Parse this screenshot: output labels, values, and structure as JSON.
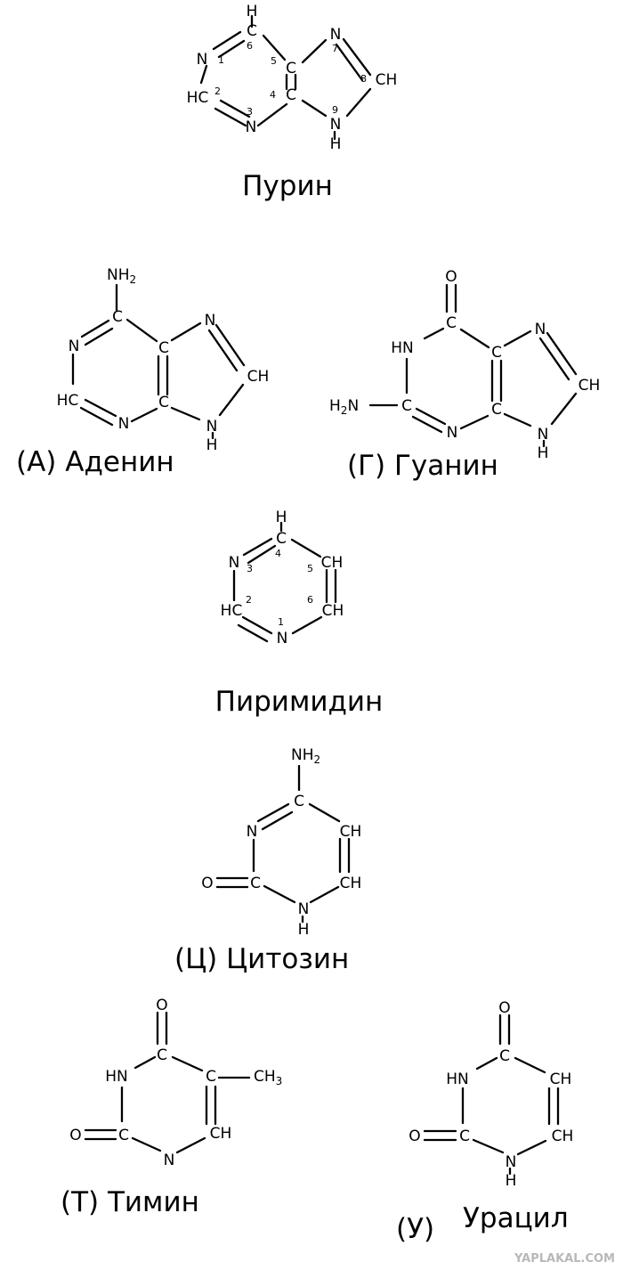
{
  "names": {
    "purine": "Пурин",
    "adenine": "(А) Аденин",
    "guanine": "(Г) Гуанин",
    "pyrimidine": "Пиримидин",
    "cytosine": "(Ц) Цитозин",
    "thymine": "(Т) Тимин",
    "uracil_letter": "(У)",
    "uracil": "Урацил"
  },
  "atoms": {
    "H": "H",
    "N": "N",
    "C": "C",
    "O": "O",
    "HC": "HC",
    "CH": "CH",
    "NH": "NH",
    "HN": "HN",
    "NH2": "NH",
    "H2N": "H",
    "CH3": "CH",
    "sub2": "2",
    "sub3": "3"
  },
  "purine_numbers": [
    "1",
    "2",
    "3",
    "4",
    "5",
    "6",
    "7",
    "8",
    "9"
  ],
  "pyrimidine_numbers": [
    "1",
    "2",
    "3",
    "4",
    "5",
    "6"
  ],
  "watermark": "YAPLAKAL.COM"
}
